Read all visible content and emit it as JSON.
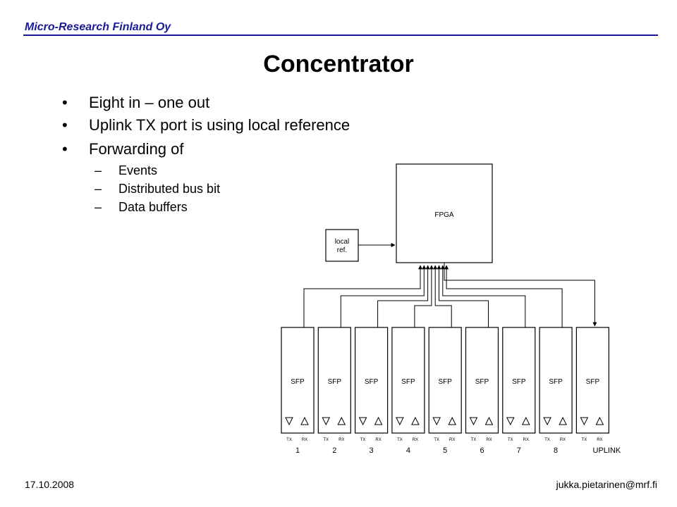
{
  "header": {
    "company": "Micro-Research Finland Oy"
  },
  "title": "Concentrator",
  "bullets": [
    {
      "text": "Eight in – one out",
      "sub": []
    },
    {
      "text": "Uplink TX port is using local reference",
      "sub": []
    },
    {
      "text": "Forwarding of",
      "sub": [
        "Events",
        "Distributed bus bit",
        "Data buffers"
      ]
    }
  ],
  "diagram": {
    "fpga_label": "FPGA",
    "local_ref_label": [
      "local",
      "ref."
    ],
    "module_label": "SFP",
    "tx_label": "TX",
    "rx_label": "RX",
    "ports": [
      "1",
      "2",
      "3",
      "4",
      "5",
      "6",
      "7",
      "8",
      "UPLINK"
    ]
  },
  "footer": {
    "date": "17.10.2008",
    "email": "jukka.pietarinen@mrf.fi"
  }
}
